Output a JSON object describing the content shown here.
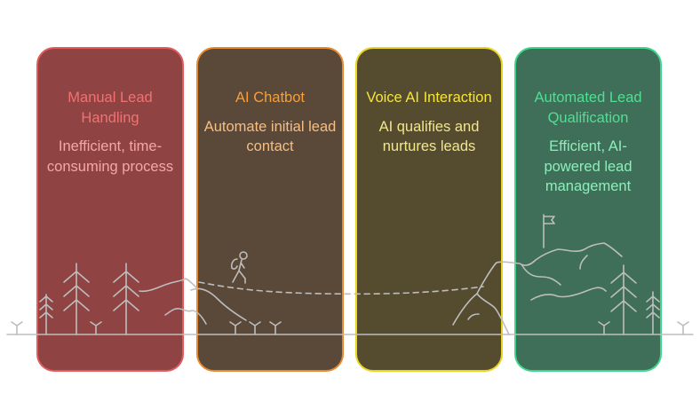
{
  "stages": [
    {
      "title": "Manual Lead Handling",
      "description": "Inefficient, time-consuming process",
      "accent": "#e05b5b"
    },
    {
      "title": "AI Chatbot",
      "description": "Automate initial lead contact",
      "accent": "#e58a30"
    },
    {
      "title": "Voice AI Interaction",
      "description": "AI qualifies and nurtures leads",
      "accent": "#e8d520"
    },
    {
      "title": "Automated Lead Qualification",
      "description": "Efficient, AI-powered lead management",
      "accent": "#3fd58a"
    }
  ]
}
